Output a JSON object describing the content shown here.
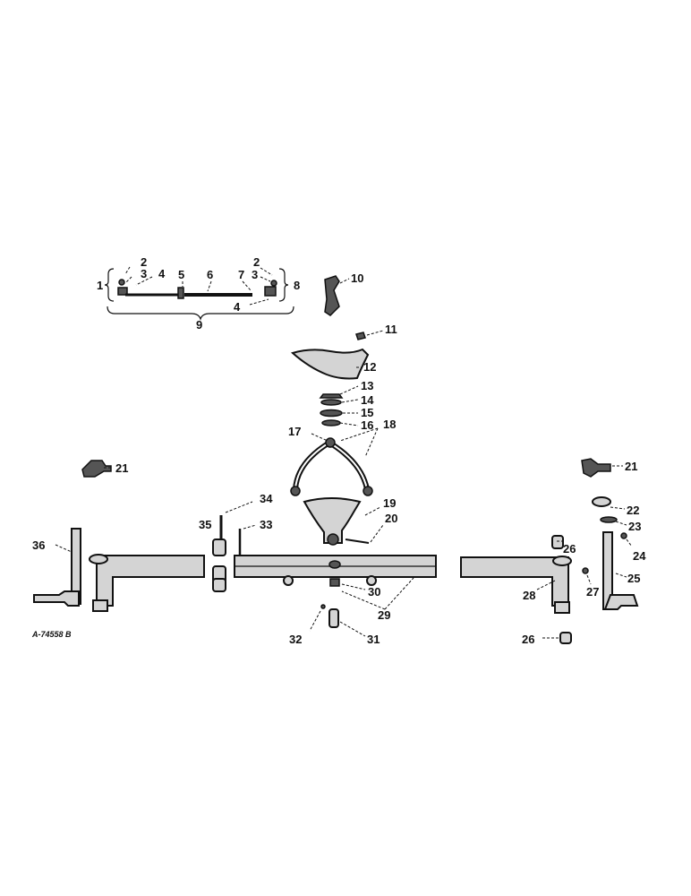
{
  "diagram": {
    "drawing_code": "A-74558 B",
    "callouts": [
      {
        "id": "c1",
        "text": "1"
      },
      {
        "id": "c2a",
        "text": "2"
      },
      {
        "id": "c2b",
        "text": "2"
      },
      {
        "id": "c3a",
        "text": "3"
      },
      {
        "id": "c3b",
        "text": "3"
      },
      {
        "id": "c4a",
        "text": "4"
      },
      {
        "id": "c4b",
        "text": "4"
      },
      {
        "id": "c5",
        "text": "5"
      },
      {
        "id": "c6",
        "text": "6"
      },
      {
        "id": "c7",
        "text": "7"
      },
      {
        "id": "c8",
        "text": "8"
      },
      {
        "id": "c9",
        "text": "9"
      },
      {
        "id": "c10",
        "text": "10"
      },
      {
        "id": "c11",
        "text": "11"
      },
      {
        "id": "c12",
        "text": "12"
      },
      {
        "id": "c13",
        "text": "13"
      },
      {
        "id": "c14",
        "text": "14"
      },
      {
        "id": "c15",
        "text": "15"
      },
      {
        "id": "c16",
        "text": "16"
      },
      {
        "id": "c17",
        "text": "17"
      },
      {
        "id": "c18",
        "text": "18"
      },
      {
        "id": "c19",
        "text": "19"
      },
      {
        "id": "c20",
        "text": "20"
      },
      {
        "id": "c21a",
        "text": "21"
      },
      {
        "id": "c21b",
        "text": "21"
      },
      {
        "id": "c22",
        "text": "22"
      },
      {
        "id": "c23",
        "text": "23"
      },
      {
        "id": "c24",
        "text": "24"
      },
      {
        "id": "c25",
        "text": "25"
      },
      {
        "id": "c26a",
        "text": "26"
      },
      {
        "id": "c26b",
        "text": "26"
      },
      {
        "id": "c27",
        "text": "27"
      },
      {
        "id": "c28",
        "text": "28"
      },
      {
        "id": "c29",
        "text": "29"
      },
      {
        "id": "c30",
        "text": "30"
      },
      {
        "id": "c31",
        "text": "31"
      },
      {
        "id": "c32",
        "text": "32"
      },
      {
        "id": "c33",
        "text": "33"
      },
      {
        "id": "c34",
        "text": "34"
      },
      {
        "id": "c35",
        "text": "35"
      },
      {
        "id": "c36",
        "text": "36"
      }
    ]
  }
}
